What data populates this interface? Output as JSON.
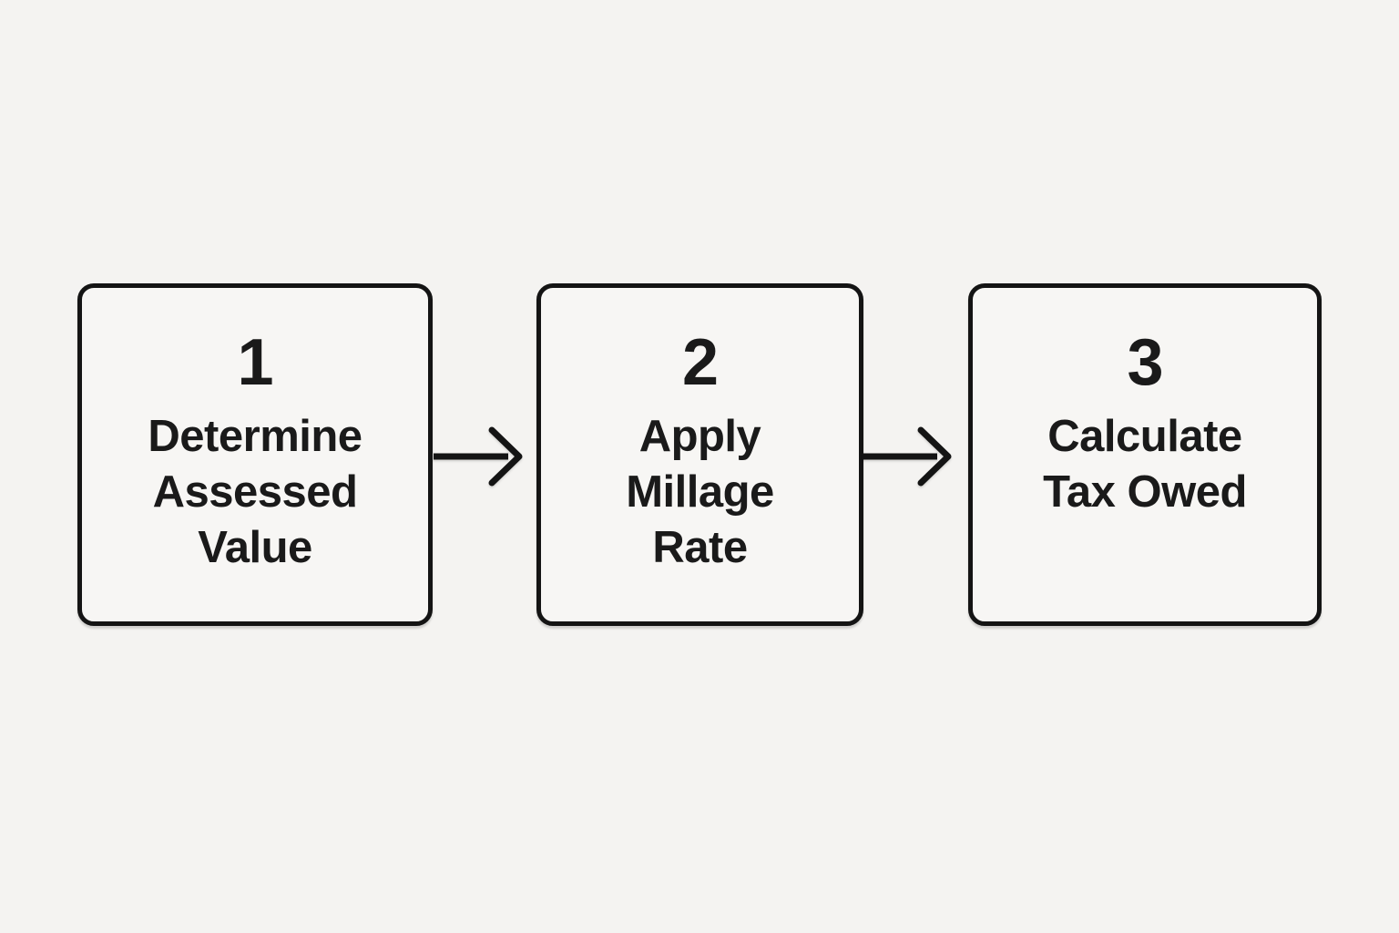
{
  "diagram": {
    "type": "flowchart",
    "direction": "left-to-right",
    "steps": [
      {
        "number": "1",
        "label": "Determine Assessed Value",
        "lines": [
          "Determine",
          "Assessed",
          "Value"
        ]
      },
      {
        "number": "2",
        "label": "Apply Millage Rate",
        "lines": [
          "Apply",
          "Millage",
          "Rate"
        ]
      },
      {
        "number": "3",
        "label": "Calculate Tax Owed",
        "lines": [
          "Calculate",
          "Tax Owed"
        ]
      }
    ],
    "connectors": [
      {
        "from": "1",
        "to": "2",
        "icon": "arrow-right-icon"
      },
      {
        "from": "2",
        "to": "3",
        "icon": "arrow-right-icon"
      }
    ],
    "colors": {
      "background": "#f4f3f1",
      "box_fill": "#f7f6f4",
      "stroke": "#141414",
      "text": "#1a1a1a"
    }
  }
}
